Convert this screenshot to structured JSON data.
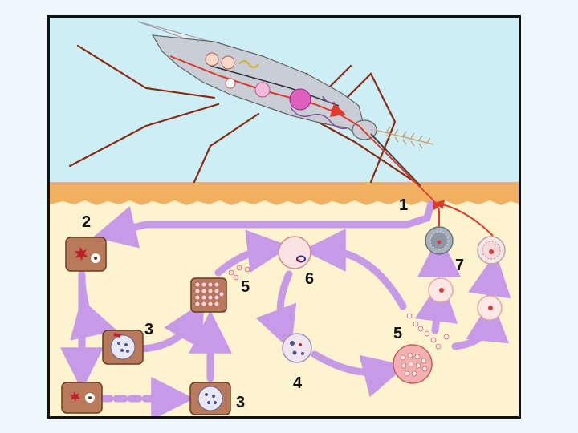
{
  "diagram": {
    "stage_labels": {
      "s1": "1",
      "s2": "2",
      "s3a": "3",
      "s3b": "3",
      "s4": "4",
      "s5a": "5",
      "s5b": "5",
      "s6": "6",
      "s7": "7"
    },
    "colors": {
      "background": "#eef7fb",
      "sky": "#cdeef5",
      "skin": "#f0b060",
      "tissue": "#fdf3cf",
      "arrow": "#c79ae8",
      "liver_cell": "#b87a5a",
      "red_cell": "#f6c2c2",
      "mosquito_body": "#c8cdd6",
      "legs": "#8a2a12"
    }
  }
}
